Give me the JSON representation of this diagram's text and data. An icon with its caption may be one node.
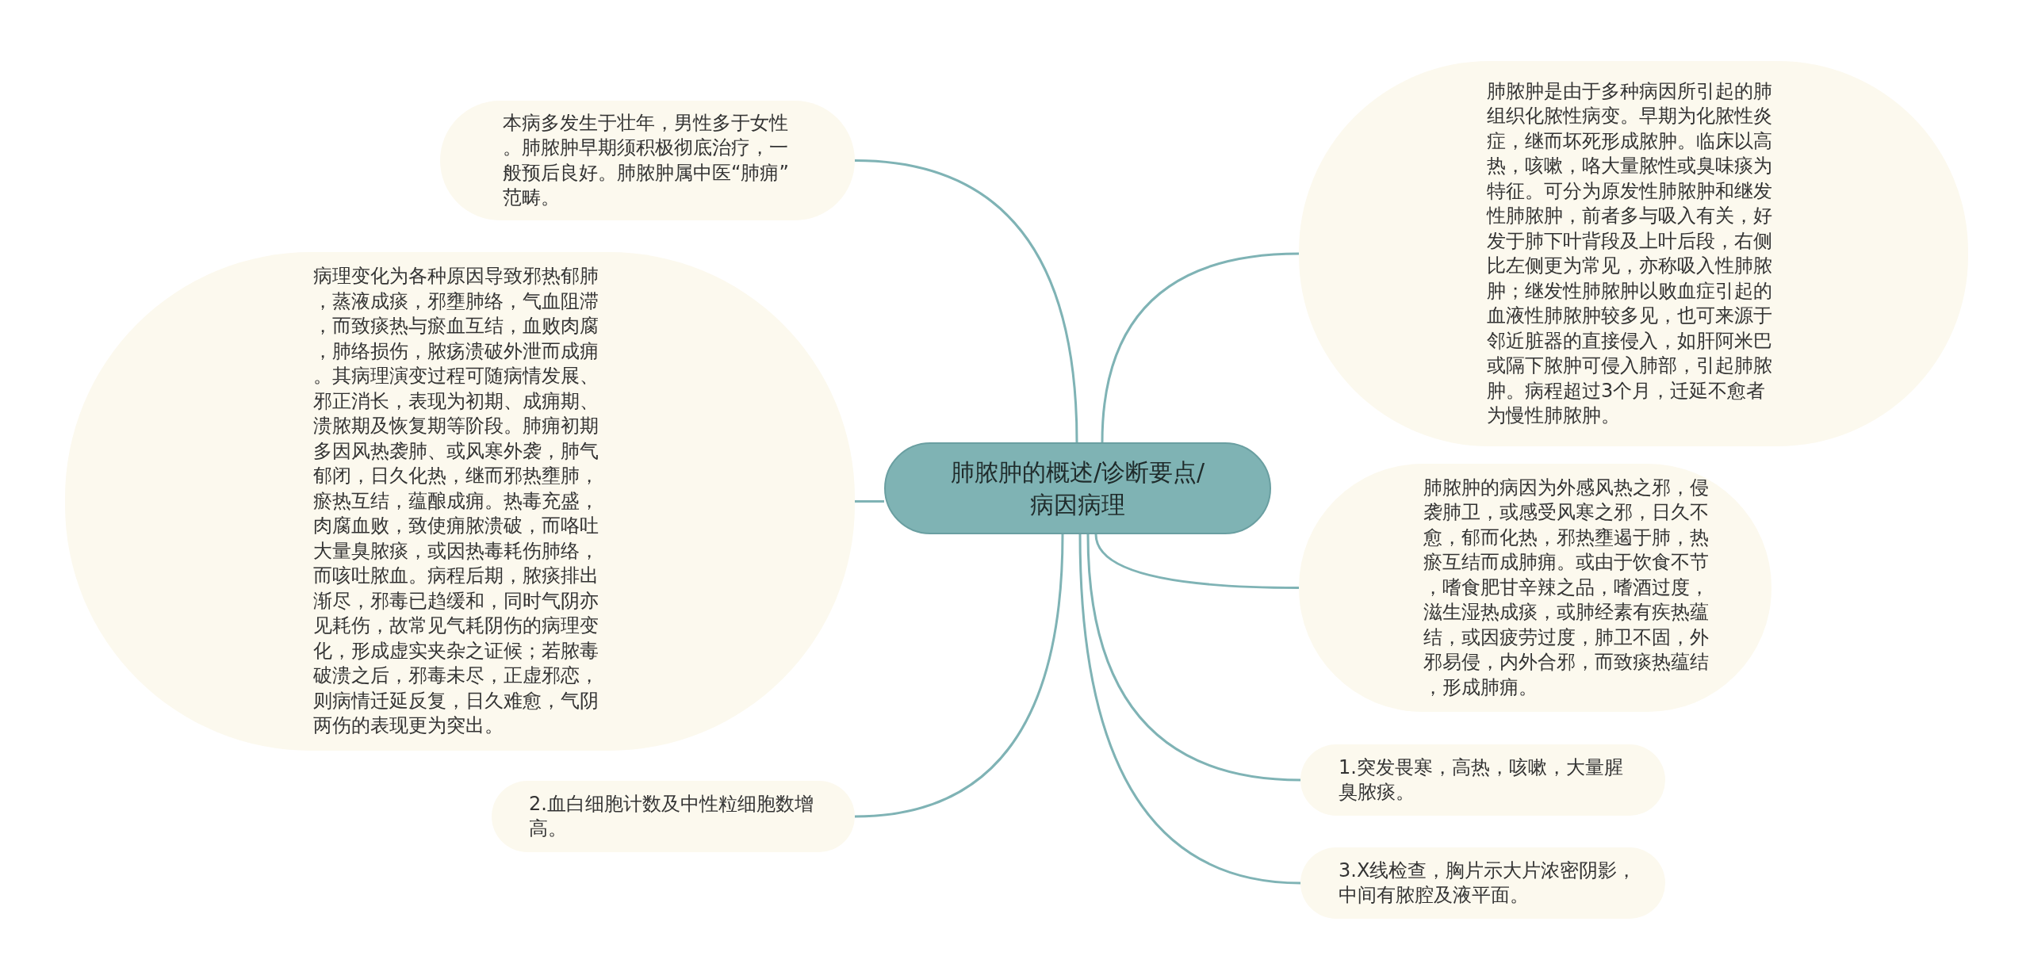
{
  "diagram": {
    "nodes": [
      {
        "text": [
          "肺脓肿的概述/诊断要点/病因病理"
        ]
      },
      {
        "text": [
          "本病多发生于壮年，男性多于女性。肺脓肿早期须积极彻底治疗，一般预后良好。肺脓肿属中医“肺痈”范畴。"
        ]
      },
      {
        "text": [
          "病理变化为各种原因导致邪热郁肺，蒸液成痰，邪壅肺络，气血阻滞，而致痰热与瘀血互结，血败肉腐，肺络损伤，脓疡溃破外泄而成痈。其病理演变过程可随病情发展、邪正消长，表现为初期、成痈期、溃脓期及恢复期等阶段。肺痈初期多因风热袭肺、或风寒外袭，肺气郁闭，日久化热，继而邪热壅肺，瘀热互结，蕴酿成痈。热毒充盛，肉腐血败，致使痈脓溃破，而咯吐大量臭脓痰，或因热毒耗伤肺络，而咳吐脓血。病程后期，脓痰排出渐尽，邪毒已趋缓和，同时气阴亦见耗伤，故常见气耗阴伤的病理变化，形成虚实夹杂之证候；若脓毒破溃之后，邪毒未尽，正虚邪恋，则病情迁延反复，日久难愈，气阴两伤的表现更为突出。"
        ]
      },
      {
        "text": [
          "2.血白细胞计数及中性粒细胞数增高。"
        ]
      },
      {
        "text": [
          "肺脓肿是由于多种病因所引起的肺组织化脓性病变。早期为化脓性炎症，继而坏死形成脓肿。临床以高热，咳嗽，咯大量脓性或臭味痰为特征。可分为原发性肺脓肿和继发性肺脓肿，前者多与吸入有关，好发于肺下叶背段及上叶后段，右侧比左侧更为常见，亦称吸入性肺脓肿；继发性肺脓肿以败血症引起的血液性肺脓肿较多见，也可来源于邻近脏器的直接侵入，如肝阿米巴或隔下脓肿可侵入肺部，引起肺脓肿。病程超过3个月，迁延不愈者为慢性肺脓肿。"
        ]
      },
      {
        "text": [
          "肺脓肿的病因为外感风热之邪，侵袭肺卫，或感受风寒之邪，日久不愈，郁而化热，邪热壅遏于肺，热瘀互结而成肺痈。或由于饮食不节，嗜食肥甘辛辣之品，嗜酒过度，滋生湿热成痰，或肺经素有疾热蕴结，或因疲劳过度，肺卫不固，外邪易侵，内外合邪，而致痰热蕴结，形成肺痈。"
        ]
      },
      {
        "text": [
          "1.突发畏寒，高热，咳嗽，大量腥臭脓痰。"
        ]
      },
      {
        "text": [
          "3.X线检查，胸片示大片浓密阴影，中间有脓腔及液平面。"
        ]
      }
    ],
    "edges": [
      {
        "from": 0,
        "to": 1,
        "arrow": "none"
      },
      {
        "from": 0,
        "to": 2,
        "arrow": "none"
      },
      {
        "from": 0,
        "to": 3,
        "arrow": "none"
      },
      {
        "from": 0,
        "to": 4,
        "arrow": "none"
      },
      {
        "from": 0,
        "to": 5,
        "arrow": "none"
      },
      {
        "from": 0,
        "to": 6,
        "arrow": "none"
      },
      {
        "from": 0,
        "to": 7,
        "arrow": "none"
      }
    ]
  }
}
